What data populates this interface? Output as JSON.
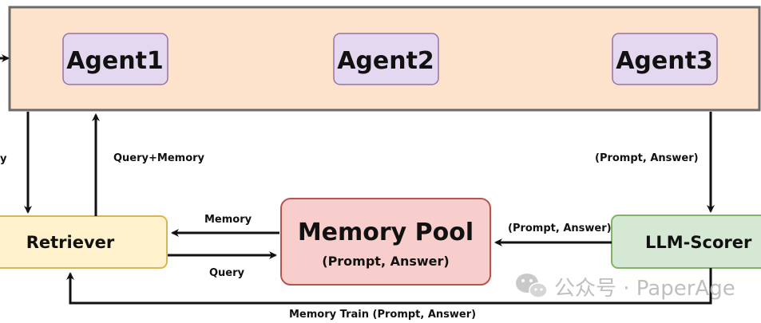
{
  "agents": {
    "agent1": "Agent1",
    "agent2": "Agent2",
    "agent3": "Agent3"
  },
  "nodes": {
    "retriever": "Retriever",
    "memory_pool_title": "Memory Pool",
    "memory_pool_subtitle": "(Prompt, Answer)",
    "llm_scorer": "LLM-Scorer"
  },
  "edges": {
    "left_cut_label": "y",
    "query_memory": "Query+Memory",
    "prompt_answer_top": "(Prompt, Answer)",
    "memory": "Memory",
    "query": "Query",
    "prompt_answer_mid": "(Prompt, Answer)",
    "memory_train": "Memory Train (Prompt, Answer)"
  },
  "watermark": {
    "text": "公众号 · PaperAge",
    "icon": "wechat-icon"
  },
  "colors": {
    "agents_panel_fill": "#fde3cc",
    "agents_panel_border": "#6b6b6b",
    "agent_fill": "#e3d8ef",
    "agent_border": "#9673a6",
    "retriever_fill": "#fff2cc",
    "retriever_border": "#d6b656",
    "pool_fill": "#f8cecc",
    "pool_border": "#b85450",
    "scorer_fill": "#d5e8d4",
    "scorer_border": "#82b366",
    "arrow": "#111111"
  }
}
